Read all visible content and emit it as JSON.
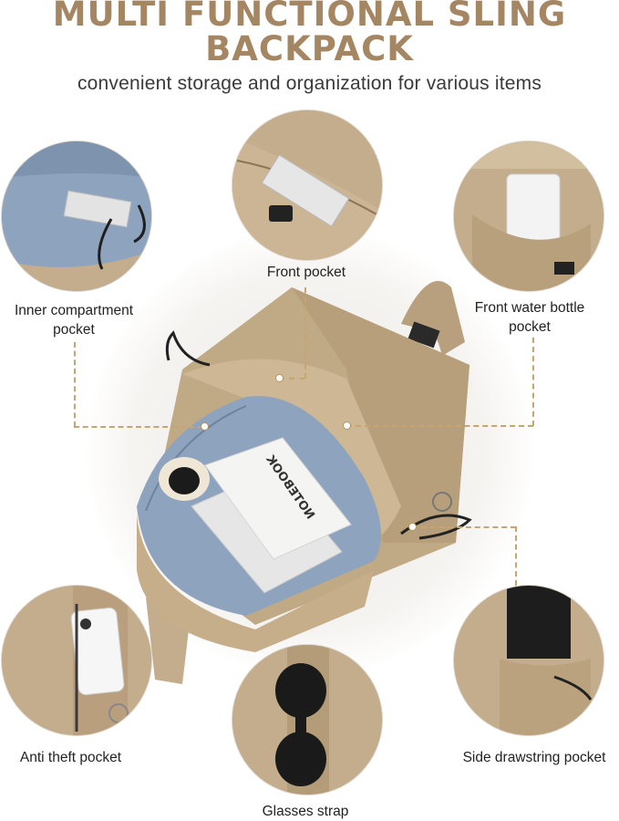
{
  "header": {
    "title_line1": "MULTI FUNCTIONAL SLING",
    "title_line2": "BACKPACK",
    "subtitle": "convenient storage and organization for various items"
  },
  "callouts": {
    "inner": "Inner compartment pocket",
    "front": "Front pocket",
    "water": "Front water bottle pocket",
    "anti_theft": "Anti theft pocket",
    "glasses": "Glasses strap",
    "side": "Side drawstring pocket"
  },
  "product_text": {
    "notebook": "NOTEBOOK"
  },
  "colors": {
    "title": "#a58663",
    "bag": "#c3ad8d",
    "lining": "#8ea3bd",
    "dotted_line": "#c6a56f"
  }
}
